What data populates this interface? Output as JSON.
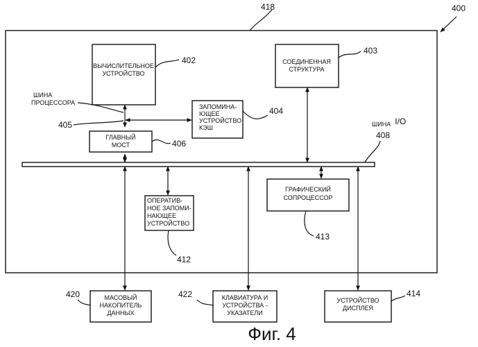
{
  "figure": {
    "caption": "Фиг. 4",
    "system_ref": "400",
    "enclosure_ref": "418"
  },
  "blocks": {
    "cpu": {
      "lines": [
        "ВЫЧИСЛИТЕЛЬНОЕ",
        "УСТРОЙСТВО"
      ],
      "ref": "402"
    },
    "interconnect": {
      "lines": [
        "СОЕДИНЕННАЯ",
        "СТРУКТУРА"
      ],
      "ref": "403"
    },
    "cache": {
      "lines": [
        "ЗАПОМИНА-",
        "ЮЩЕЕ",
        "УСТРОЙСТВО",
        "КЭШ"
      ],
      "ref": "404"
    },
    "host_bridge": {
      "lines": [
        "ГЛАВНЫЙ",
        "МОСТ"
      ],
      "ref": "406"
    },
    "ram": {
      "lines": [
        "ОПЕРАТИВ-",
        "НОЕ ЗАПОМИ-",
        "НАЮЩЕЕ",
        "УСТРОЙСТВО"
      ],
      "ref": "412"
    },
    "gpu": {
      "lines": [
        "ГРАФИЧЕСКИЙ",
        "СОПРОЦЕССОР"
      ],
      "ref": "413"
    },
    "storage": {
      "lines": [
        "МАСОВЫЙ",
        "НАКОПИТЕЛЬ",
        "ДАННЫХ"
      ],
      "ref": "420"
    },
    "input": {
      "lines": [
        "КЛАВИАТУРА И",
        "УСТРОЙСТВА -",
        "УКАЗАТЕЛИ"
      ],
      "ref": "422"
    },
    "display": {
      "lines": [
        "УСТРОЙСТВО",
        "ДИСПЛЕЯ"
      ],
      "ref": "414"
    }
  },
  "buses": {
    "processor_bus": {
      "lines": [
        "ШИНА",
        "ПРОЦЕССОРА"
      ],
      "ref": "405"
    },
    "io_bus": {
      "label": "ШИНА",
      "label_suffix": "I/O",
      "ref": "408"
    }
  }
}
